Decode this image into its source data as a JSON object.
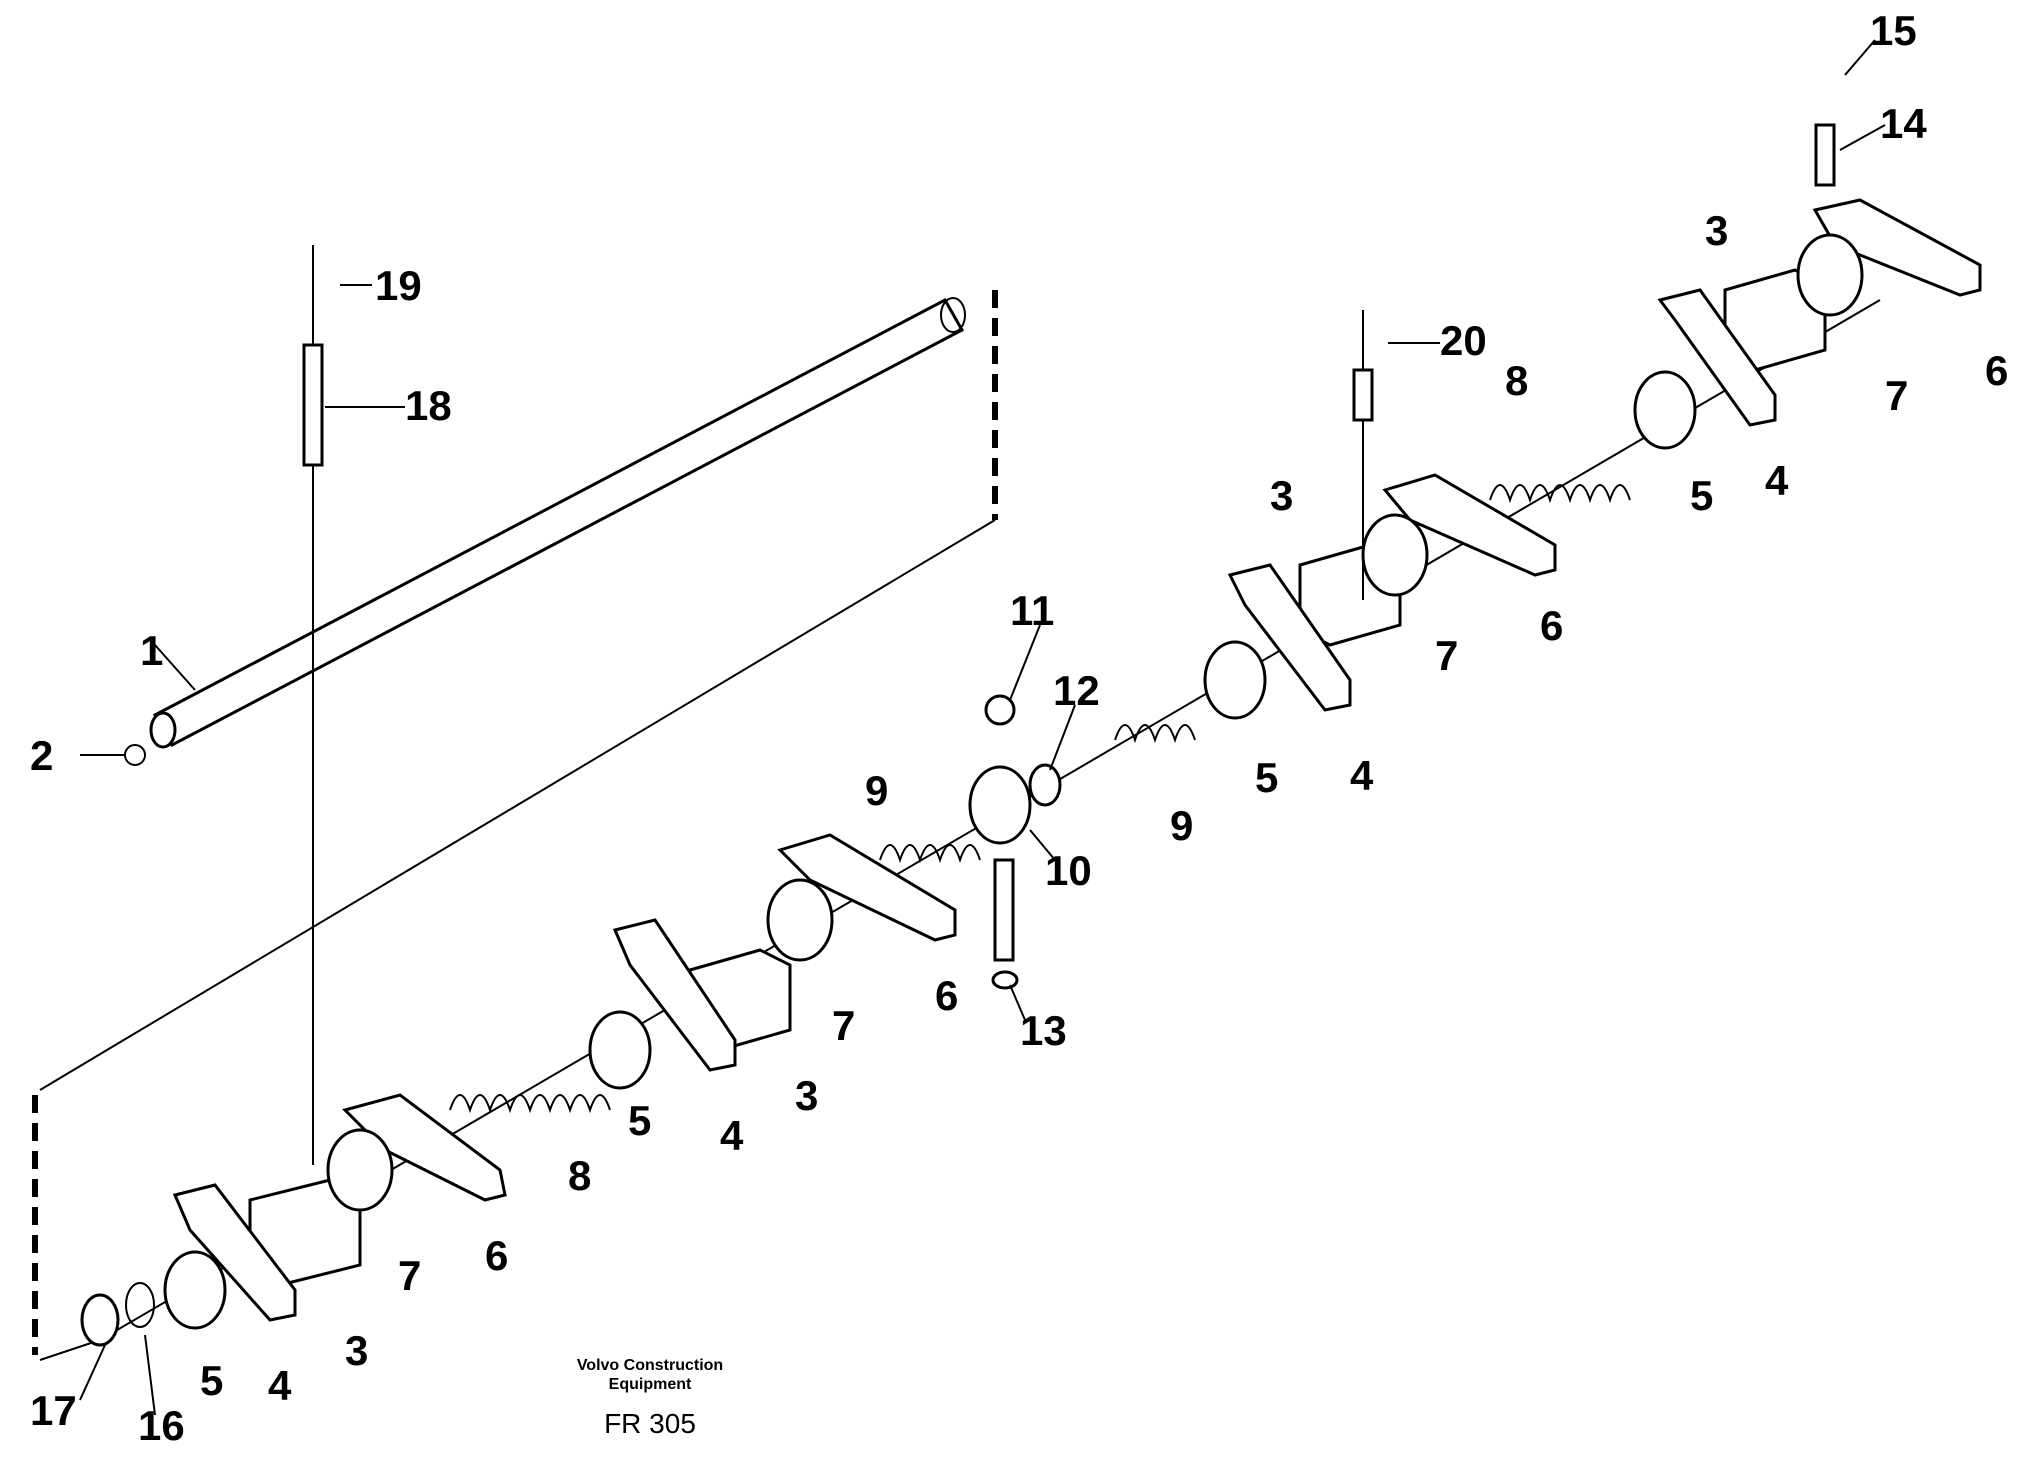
{
  "diagram": {
    "callouts": [
      "1",
      "2",
      "3",
      "4",
      "5",
      "6",
      "7",
      "8",
      "9",
      "10",
      "11",
      "12",
      "13",
      "14",
      "15",
      "16",
      "17",
      "18",
      "19",
      "20"
    ]
  },
  "footer": {
    "brand_line1": "Volvo Construction",
    "brand_line2": "Equipment",
    "code": "FR 305"
  }
}
